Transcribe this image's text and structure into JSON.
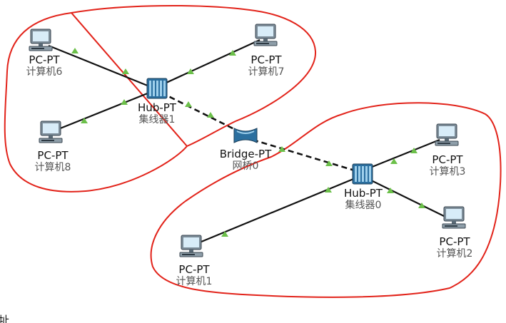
{
  "colors": {
    "link": "#111111",
    "link_indicator": "#6cc04a",
    "annotation": "#e2231a",
    "device_label": "#111111",
    "device_sublabel": "#555555"
  },
  "devices": {
    "pc6": {
      "type": "PC-PT",
      "name": "计算机6",
      "icon": "pc-icon"
    },
    "pc7": {
      "type": "PC-PT",
      "name": "计算机7",
      "icon": "pc-icon"
    },
    "pc8": {
      "type": "PC-PT",
      "name": "计算机8",
      "icon": "pc-icon"
    },
    "hub1": {
      "type": "Hub-PT",
      "name": "集线器1",
      "icon": "hub-icon"
    },
    "bridge0": {
      "type": "Bridge-PT",
      "name": "网桥0",
      "icon": "bridge-icon"
    },
    "hub0": {
      "type": "Hub-PT",
      "name": "集线器0",
      "icon": "hub-icon"
    },
    "pc3": {
      "type": "PC-PT",
      "name": "计算机3",
      "icon": "pc-icon"
    },
    "pc2": {
      "type": "PC-PT",
      "name": "计算机2",
      "icon": "pc-icon"
    },
    "pc1": {
      "type": "PC-PT",
      "name": "计算机1",
      "icon": "pc-icon"
    }
  },
  "links": [
    {
      "from": "pc6",
      "to": "hub1",
      "style": "solid"
    },
    {
      "from": "pc7",
      "to": "hub1",
      "style": "solid"
    },
    {
      "from": "pc8",
      "to": "hub1",
      "style": "solid"
    },
    {
      "from": "hub1",
      "to": "bridge0",
      "style": "dashed"
    },
    {
      "from": "bridge0",
      "to": "hub0",
      "style": "dashed"
    },
    {
      "from": "pc3",
      "to": "hub0",
      "style": "solid"
    },
    {
      "from": "pc2",
      "to": "hub0",
      "style": "solid"
    },
    {
      "from": "pc1",
      "to": "hub0",
      "style": "solid"
    }
  ],
  "annotations": [
    "collision-domain-circle",
    "collision-domain-circle"
  ],
  "footer_fragment": "址"
}
